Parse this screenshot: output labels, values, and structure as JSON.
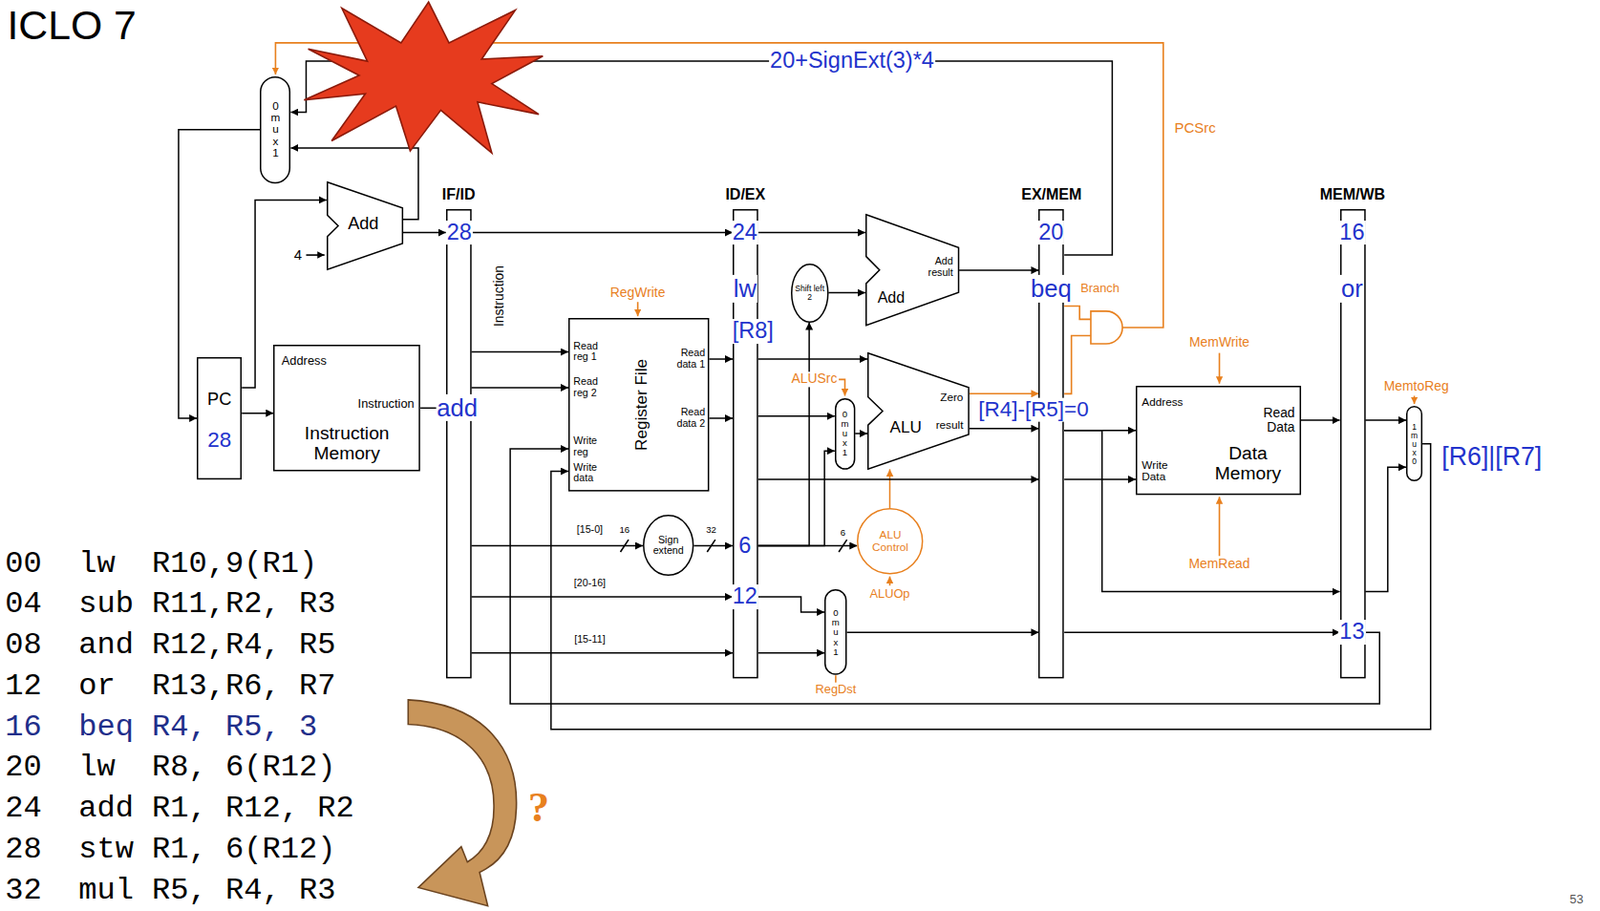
{
  "diagram": {
    "title": "ICLO 7",
    "nodes": [
      {
        "text": [
          "0 mux 1"
        ]
      },
      {
        "text": [
          "Add"
        ]
      },
      {
        "text": [
          "PC",
          "28"
        ]
      },
      {
        "text": [
          "Address",
          "Instruction",
          "Instruction Memory"
        ]
      },
      {
        "text": [
          "IF/ID"
        ]
      },
      {
        "text": [
          "Read reg 1",
          "Read reg 2",
          "Write reg",
          "Write data",
          "Register File",
          "Read data 1",
          "Read data 2"
        ]
      },
      {
        "text": [
          "Sign extend"
        ]
      },
      {
        "text": [
          "ID/EX"
        ]
      },
      {
        "text": [
          "Shift left 2"
        ]
      },
      {
        "text": [
          "Add result",
          "Add"
        ]
      },
      {
        "text": [
          "0 mux 1"
        ]
      },
      {
        "text": [
          "Zero",
          "result",
          "ALU"
        ]
      },
      {
        "text": [
          "ALU Control"
        ]
      },
      {
        "text": [
          "0 mux 1"
        ]
      },
      {
        "text": [
          "EX/MEM"
        ]
      },
      {
        "text": [
          "Address",
          "Read Data",
          "Write Data",
          "Data Memory"
        ]
      },
      {
        "text": [
          "MEM/WB"
        ]
      },
      {
        "text": [
          "1 mux 0"
        ]
      }
    ],
    "edges": [
      {
        "from": 0,
        "to": 2,
        "arrow": "to"
      },
      {
        "from": 2,
        "to": 3,
        "arrow": "to"
      },
      {
        "from": 2,
        "to": 1,
        "arrow": "to"
      },
      {
        "from": 1,
        "to": 4,
        "arrow": "to"
      },
      {
        "from": 1,
        "to": 0,
        "arrow": "to"
      },
      {
        "from": 14,
        "to": 0,
        "label": "20+SignExt(3)*4",
        "arrow": "to"
      },
      {
        "from": 3,
        "to": 4,
        "arrow": "to"
      },
      {
        "from": 4,
        "to": 5,
        "arrow": "to"
      },
      {
        "from": 4,
        "to": 5,
        "arrow": "to"
      },
      {
        "from": 4,
        "to": 6,
        "arrow": "to"
      },
      {
        "from": 4,
        "to": 7,
        "arrow": "to"
      },
      {
        "from": 4,
        "to": 7,
        "arrow": "to"
      },
      {
        "from": 4,
        "to": 7,
        "arrow": "to"
      },
      {
        "from": 5,
        "to": 7,
        "arrow": "to"
      },
      {
        "from": 5,
        "to": 7,
        "arrow": "to"
      },
      {
        "from": 6,
        "to": 7,
        "arrow": "to"
      },
      {
        "from": 7,
        "to": 9,
        "arrow": "to"
      },
      {
        "from": 7,
        "to": 8,
        "arrow": "to"
      },
      {
        "from": 8,
        "to": 9,
        "arrow": "to"
      },
      {
        "from": 7,
        "to": 11,
        "arrow": "to"
      },
      {
        "from": 7,
        "to": 10,
        "arrow": "to"
      },
      {
        "from": 7,
        "to": 10,
        "arrow": "to"
      },
      {
        "from": 10,
        "to": 11,
        "arrow": "to"
      },
      {
        "from": 7,
        "to": 12,
        "arrow": "to"
      },
      {
        "from": 12,
        "to": 11,
        "arrow": "to"
      },
      {
        "from": 7,
        "to": 14,
        "arrow": "to"
      },
      {
        "from": 7,
        "to": 13,
        "arrow": "to"
      },
      {
        "from": 7,
        "to": 13,
        "arrow": "to"
      },
      {
        "from": 9,
        "to": 14,
        "arrow": "to"
      },
      {
        "from": 11,
        "to": 14,
        "arrow": "to"
      },
      {
        "from": 11,
        "to": 14,
        "arrow": "to"
      },
      {
        "from": 13,
        "to": 14,
        "arrow": "to"
      },
      {
        "from": 14,
        "to": 15,
        "arrow": "to"
      },
      {
        "from": 14,
        "to": 15,
        "arrow": "to"
      },
      {
        "from": 14,
        "to": 16,
        "arrow": "to"
      },
      {
        "from": 14,
        "to": 16,
        "arrow": "to"
      },
      {
        "from": 15,
        "to": 16,
        "arrow": "to"
      },
      {
        "from": 16,
        "to": 17,
        "arrow": "to"
      },
      {
        "from": 16,
        "to": 17,
        "arrow": "to"
      },
      {
        "from": 17,
        "to": 5,
        "arrow": "to"
      },
      {
        "from": 16,
        "to": 5,
        "arrow": "to"
      }
    ],
    "labels": [
      "PCSrc",
      "4",
      "28",
      "add",
      "Instruction",
      "RegWrite",
      "24",
      "lw",
      "[R8]",
      "[15-0]",
      "16",
      "32",
      "6",
      "[20-16]",
      "12",
      "[15-11]",
      "ALUSrc",
      "6",
      "ALUOp",
      "RegDst",
      "20",
      "beq",
      "Branch",
      "[R4]-[R5]=0",
      "MemWrite",
      "MemRead",
      "16",
      "or",
      "13",
      "MemtoReg",
      "[R6]|[R7]",
      "00  lw  R10,9(R1)",
      "04  sub R11,R2, R3",
      "08  and R12,R4, R5",
      "12  or  R13,R6, R7",
      "16  beq R4, R5, 3",
      "20  lw  R8, 6(R12)",
      "24  add R1, R12, R2",
      "28  stw R1, 6(R12)",
      "32  mul R5, R4, R3",
      "?",
      "53"
    ]
  }
}
